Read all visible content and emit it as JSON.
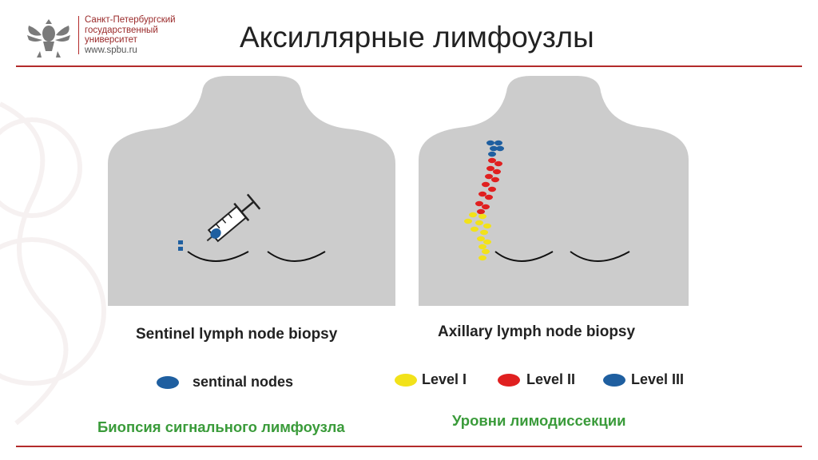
{
  "header": {
    "university_lines": [
      "Санкт-Петербургский",
      "государственный",
      "университет"
    ],
    "url": "www.spbu.ru",
    "title": "Аксиллярные лимфоузлы"
  },
  "left_panel": {
    "label": "Sentinel lymph node biopsy",
    "legend": {
      "text": "sentinal nodes",
      "color": "#1f5fa0"
    },
    "caption": "Биопсия сигнального лимфоузла"
  },
  "right_panel": {
    "label": "Axillary lymph node biopsy",
    "legend": [
      {
        "text": "Level I",
        "color": "#f2e21a"
      },
      {
        "text": "Level II",
        "color": "#e02020"
      },
      {
        "text": "Level III",
        "color": "#1f5fa0"
      }
    ],
    "caption": "Уровни лимодиссекции"
  },
  "colors": {
    "accent": "#b32b2b",
    "torso": "#cccccc",
    "caption": "#3a9b3a"
  },
  "icons": {
    "logo": "double-headed-eagle-emblem",
    "syringe": "syringe-icon"
  }
}
